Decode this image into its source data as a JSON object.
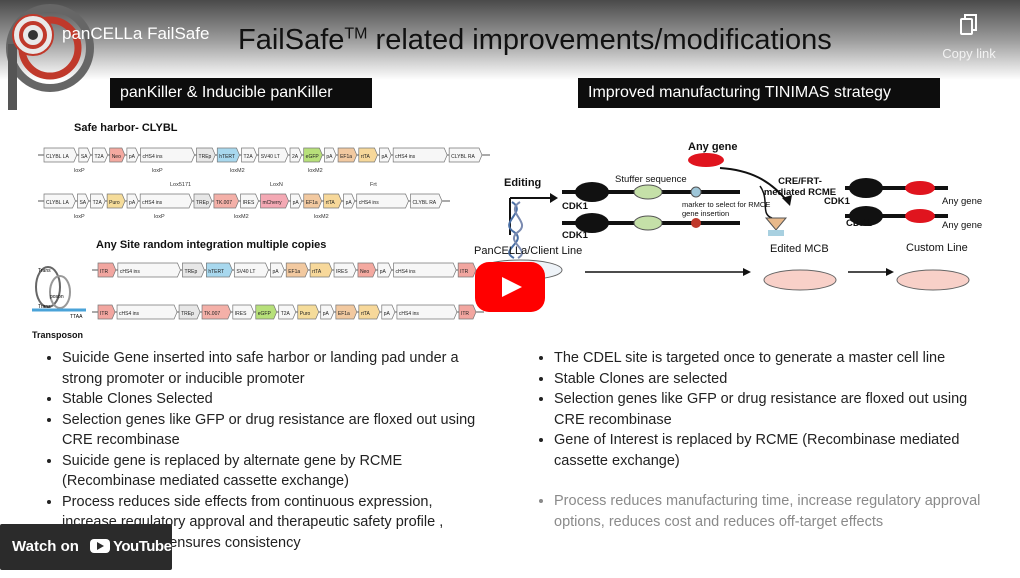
{
  "video": {
    "title": "panCELLa FailSafe",
    "copy_link_label": "Copy link",
    "watch_on_label": "Watch on",
    "youtube_label": "YouTube"
  },
  "slide": {
    "title": "FailSafe",
    "title_sup": "TM",
    "title_rest": " related improvements/modifications",
    "left": {
      "header": "panKiller & Inducible panKiller",
      "diagram": {
        "safe_harbor_label": "Safe harbor- CLYBL",
        "any_site_label": "Any Site random integration multiple copies",
        "row1": [
          "CLYBL LA",
          "SA",
          "T2A",
          "Neo",
          "pA",
          "cHS4 insulator",
          "TREp",
          "hTERT",
          "T2A",
          "SV40 LT",
          "2A",
          "eGFP",
          "pA",
          "EF1a",
          "rtTA",
          "pA",
          "cHS4 insulator",
          "CLYBL RA"
        ],
        "row1_loxp": [
          "loxP",
          "loxP",
          "loxM2",
          "loxM2"
        ],
        "row2": [
          "CLYBL LA",
          "SA",
          "T2A",
          "Puro",
          "pA",
          "cHS4 insulator",
          "TREp",
          "TK.007",
          "IRES",
          "mCherry",
          "pA",
          "EF1a",
          "rtTA",
          "pA",
          "cHS4 insulator",
          "CLYBL RA"
        ],
        "row2_top": [
          "Lox5171",
          "LoxN",
          "Frt"
        ],
        "row2_loxp": [
          "loxP",
          "loxP",
          "loxM2",
          "loxM2"
        ],
        "row3": [
          "ITR",
          "cHS4 insulator",
          "TREp",
          "hTERT",
          "SV40 LT",
          "pA",
          "EF1a",
          "rtTA",
          "IRES",
          "Neo",
          "pA",
          "cHS4 insulator",
          "ITR"
        ],
        "row4": [
          "ITR",
          "cHS4 insulator",
          "TREp",
          "TK.007",
          "IRES",
          "eGFP",
          "T2A",
          "Puro",
          "pA",
          "EF1a",
          "rtTA",
          "pA",
          "cHS4 insulator",
          "ITR"
        ],
        "transposon_label": "Transposon",
        "trans_labels": [
          "Trans",
          "poson",
          "Trans"
        ],
        "ttaa": "TTAA"
      },
      "bullets": [
        "Suicide Gene inserted into safe harbor or landing pad under a strong promoter or inducible promoter",
        "Stable Clones Selected",
        "Selection genes like GFP or drug resistance  are floxed out using CRE recombinase",
        "Suicide gene is replaced by alternate  gene by RCME (Recombinase mediated cassette exchange)",
        "Process reduces side effects from continuous expression, increase regulatory approval and therapeutic safety profile , reduce cost and ensures consistency"
      ]
    },
    "right": {
      "header": "Improved manufacturing TINIMAS strategy",
      "diagram": {
        "any_gene_top": "Any gene",
        "editing": "Editing",
        "stuffer": "Stuffer sequence",
        "marker": "marker to select for RMCE gene insertion",
        "cre_frt": "CRE/FRT-mediated RCME",
        "cdk1": "CDK1",
        "any_gene": "Any gene",
        "client_line": "PanCELLa/Client Line",
        "edited_mcb": "Edited MCB",
        "custom_line": "Custom Line"
      },
      "bullets": [
        "The CDEL site is targeted once to generate a master cell line",
        "Stable Clones are selected",
        "Selection genes like GFP or drug resistance  are floxed out using CRE recombinase",
        "Gene of Interest is replaced  by RCME (Recombinase mediated cassette exchange)"
      ],
      "faded_bullet": "Process reduces manufacturing time, increase regulatory approval options,  reduces cost and reduces off-target effects"
    }
  },
  "colors": {
    "red_accent": "#e0141e",
    "youtube_red": "#ff0000",
    "header_bg": "#0d0d0d"
  },
  "icons": [
    "copy-icon",
    "youtube-icon",
    "play-icon",
    "logo-icon"
  ]
}
